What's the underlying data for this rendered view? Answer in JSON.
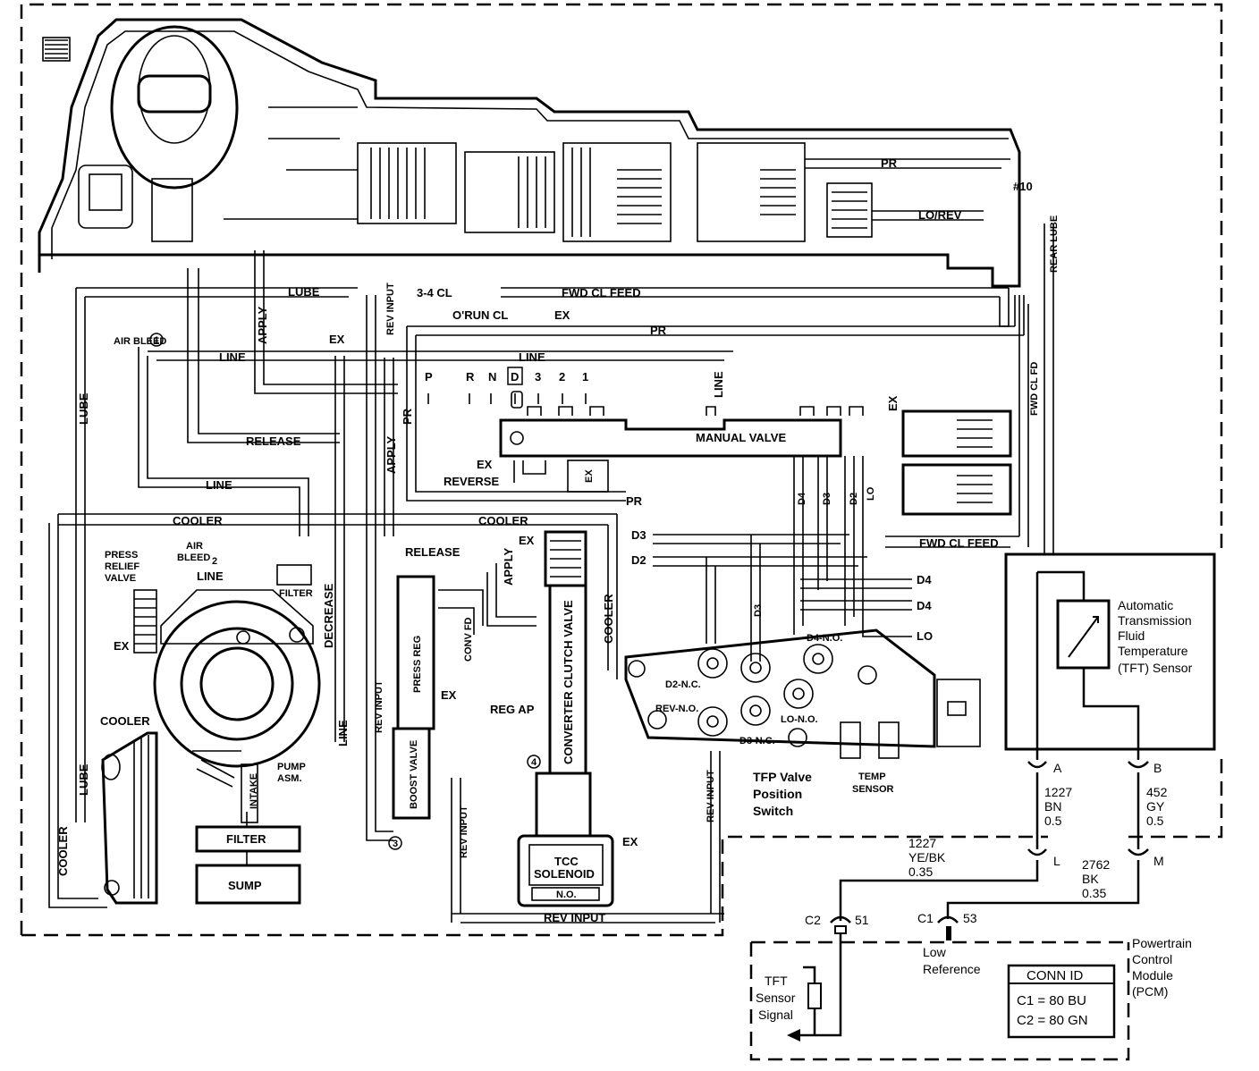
{
  "labels": {
    "pr_top": "PR",
    "check10": "#10",
    "lorev": "LO/REV",
    "rear_lube": "REAR LUBE",
    "lube_top": "LUBE",
    "cl34": "3-4 CL",
    "orun": "O'RUN CL",
    "ex_orun": "EX",
    "fwd_cl_feed_top": "FWD CL FEED",
    "pr_mid": "PR",
    "fwd_cl_fd": "FWD CL FD",
    "air_bleed_top": "AIR BLEED",
    "num1": "1",
    "line_top": "LINE",
    "line_left": "LINE",
    "apply_top": "APPLY",
    "ex_top": "EX",
    "rev_input_top": "REV INPUT",
    "lube_left": "LUBE",
    "pr_left": "PR",
    "apply_mid": "APPLY",
    "release_top": "RELEASE",
    "line_mid": "LINE",
    "line_vertical": "LINE",
    "cooler_top": "COOLER",
    "cooler_mid": "COOLER",
    "ex_rev": "EX",
    "reverse": "REVERSE",
    "ex_box": "EX",
    "pr_bottom": "PR",
    "manual_valve": "MANUAL VALVE",
    "ex_right": "EX",
    "d3_vert": "D3",
    "d4_vert": "D4",
    "d2_vert": "D2",
    "lo_vert": "LO",
    "fwd_cl_feed_bottom": "FWD CL FEED",
    "d3_left": "D3",
    "d2_left": "D2",
    "d4_r1": "D4",
    "d4_r2": "D4",
    "lo_r": "LO",
    "press_relief": [
      "PRESS",
      "RELIEF",
      "VALVE"
    ],
    "air_bleed_2": [
      "AIR",
      "BLEED"
    ],
    "num2": "2",
    "line_pump": "LINE",
    "filter_small": "FILTER",
    "ex_pump": "EX",
    "decrease": "DECREASE",
    "release_mid": "RELEASE",
    "apply_vert2": "APPLY",
    "ex_tcc_top": "EX",
    "cooler_vert": "COOLER",
    "press_reg": "PRESS REG",
    "conv_fd": "CONV FD",
    "ex_reg": "EX",
    "reg_ap": "REG AP",
    "num4": "4",
    "converter_clutch_valve": "CONVERTER CLUTCH VALVE",
    "boost_valve": "BOOST VALVE",
    "num3": "3",
    "rev_input_left": "REV INPUT",
    "rev_input_mid": "REV INPUT",
    "rev_input_right": "REV INPUT",
    "rev_input_bottom": "REV INPUT",
    "ex_tcc": "EX",
    "tcc_solenoid": [
      "TCC",
      "SOLENOID"
    ],
    "no": "N.O.",
    "cooler_left": "COOLER",
    "lube_cooler": "LUBE",
    "cooler_label": "COOLER",
    "pump_asm": [
      "PUMP",
      "ASM."
    ],
    "intake": "INTAKE",
    "filter": "FILTER",
    "sump": "SUMP",
    "line_left2": "LINE",
    "d2_nc": "D2-N.C.",
    "rev_no": "REV-N.O.",
    "d3_nc": "D3-N.C.",
    "lo_no": "LO-N.O.",
    "d4_no": "D4-N.O.",
    "d3_tfp": "D3",
    "tfp_switch": [
      "TFP Valve",
      "Position",
      "Switch"
    ],
    "temp_sensor": [
      "TEMP",
      "SENSOR"
    ],
    "shift_positions": [
      "P",
      "R",
      "N",
      "D",
      "3",
      "2",
      "1"
    ]
  },
  "electrical": {
    "sensor_box": [
      "Automatic",
      "Transmission",
      "Fluid",
      "Temperature",
      "(TFT) Sensor"
    ],
    "pin_a": "A",
    "pin_b": "B",
    "wire_a": [
      "1227",
      "BN",
      "0.5"
    ],
    "wire_b": [
      "452",
      "GY",
      "0.5"
    ],
    "wire_l": [
      "1227",
      "YE/BK",
      "0.35"
    ],
    "wire_m": [
      "2762",
      "BK",
      "0.35"
    ],
    "pin_l": "L",
    "pin_m": "M",
    "c2": "C2",
    "c2_pin": "51",
    "c1": "C1",
    "c1_pin": "53",
    "low_ref": [
      "Low",
      "Reference"
    ],
    "tft_signal": [
      "TFT",
      "Sensor",
      "Signal"
    ],
    "pcm": [
      "Powertrain",
      "Control",
      "Module",
      "(PCM)"
    ],
    "conn_id_title": "CONN ID",
    "conn_c1": "C1 = 80 BU",
    "conn_c2": "C2 = 80 GN"
  }
}
